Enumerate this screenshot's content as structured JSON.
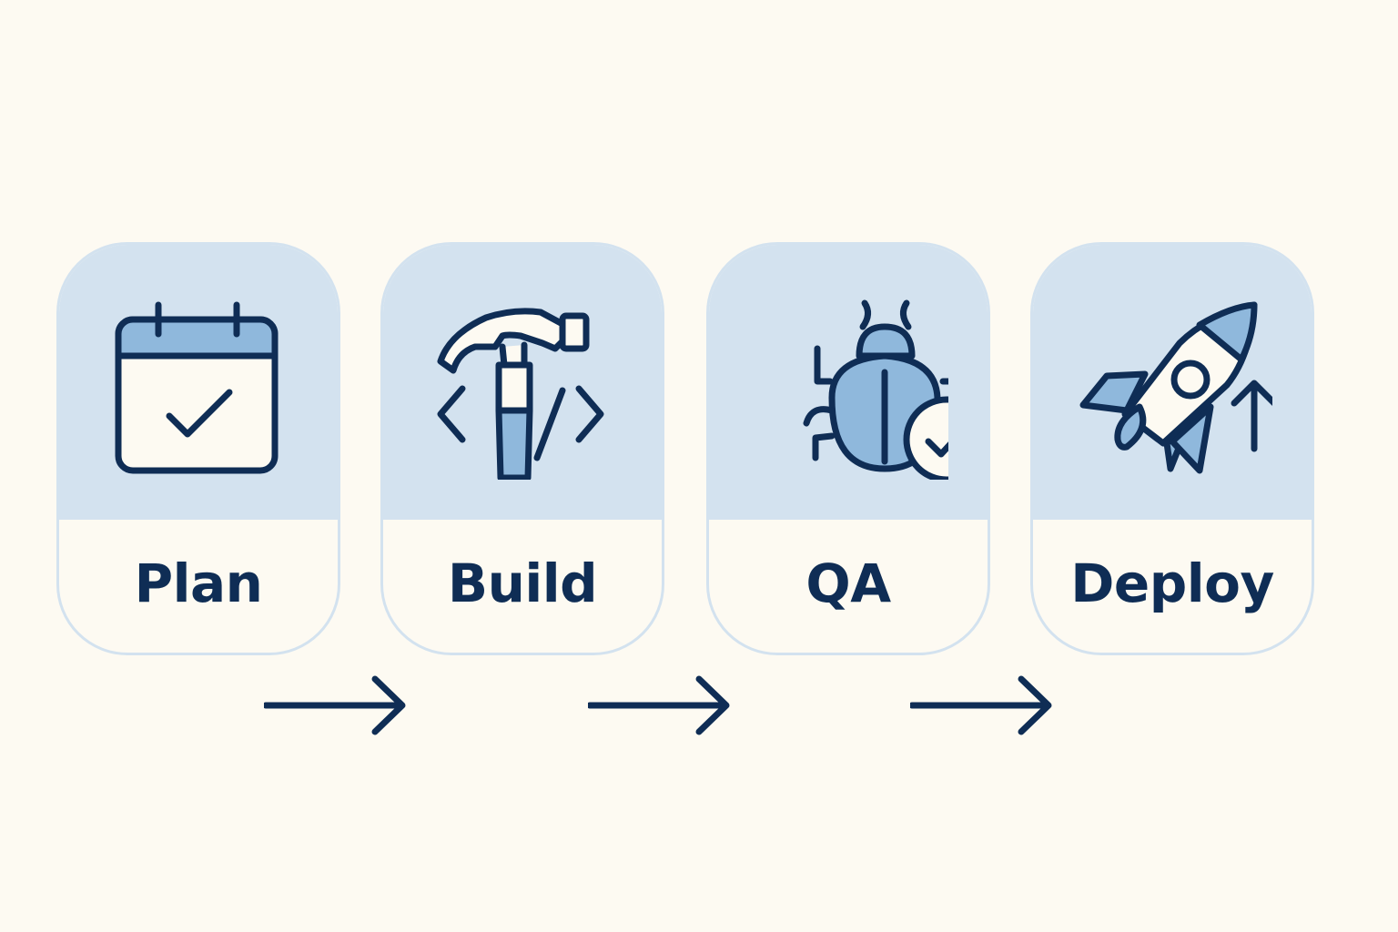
{
  "colors": {
    "background": "#fdfaf2",
    "card_top": "#d3e2ef",
    "card_border": "#d3e2ef",
    "icon_fill": "#8fb8dc",
    "stroke": "#0f2d55"
  },
  "steps": [
    {
      "label": "Plan",
      "icon": "calendar-check-icon"
    },
    {
      "label": "Build",
      "icon": "hammer-code-icon"
    },
    {
      "label": "QA",
      "icon": "bug-check-icon"
    },
    {
      "label": "Deploy",
      "icon": "rocket-icon"
    }
  ],
  "connectors": [
    {
      "from": "Plan",
      "to": "Build",
      "icon": "arrow-right-icon"
    },
    {
      "from": "Build",
      "to": "QA",
      "icon": "arrow-right-icon"
    },
    {
      "from": "QA",
      "to": "Deploy",
      "icon": "arrow-right-icon"
    }
  ]
}
